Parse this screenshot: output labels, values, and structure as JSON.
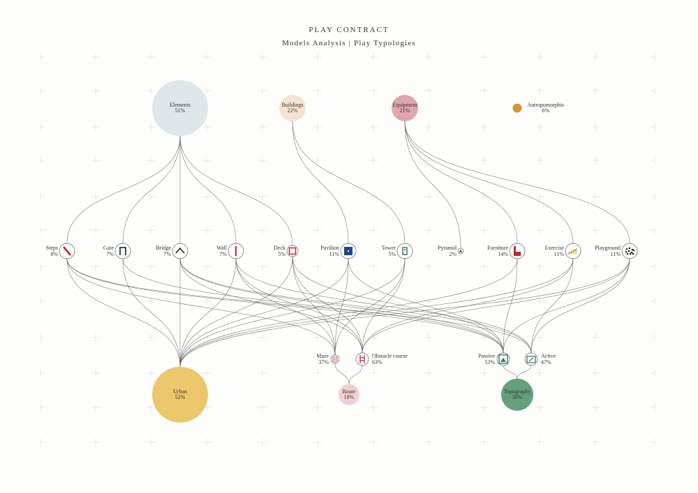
{
  "header": {
    "title": "PLAY CONTRACT",
    "subtitle": "Models Analysis | Play Typologies"
  },
  "colors": {
    "elements": "#dfe6ea",
    "buildings": "#f4e3d1",
    "equipment": "#e0a6ae",
    "antropomorphic": "#d39535",
    "urban": "#ebc66b",
    "route": "#f0d0d2",
    "topography": "#65a07d",
    "accent_red": "#c4263b",
    "accent_blue": "#23478d",
    "accent_green": "#3b7a5c",
    "accent_orange": "#d69a2c"
  },
  "categories": [
    {
      "id": "elements",
      "label": "Elements",
      "value": "51%"
    },
    {
      "id": "buildings",
      "label": "Buildings",
      "value": "22%"
    },
    {
      "id": "equipment",
      "label": "Equipment",
      "value": "21%"
    },
    {
      "id": "antropomorphic",
      "label": "Antropomorphic",
      "value": "6%"
    }
  ],
  "typologies": [
    {
      "id": "steps",
      "label": "Steps",
      "value": "8%",
      "icon": "steps-icon"
    },
    {
      "id": "gate",
      "label": "Gate",
      "value": "7%",
      "icon": "gate-icon"
    },
    {
      "id": "bridge",
      "label": "Bridge",
      "value": "7%",
      "icon": "bridge-icon"
    },
    {
      "id": "wall",
      "label": "Wall",
      "value": "7%",
      "icon": "wall-icon"
    },
    {
      "id": "deck",
      "label": "Deck",
      "value": "5%",
      "icon": "deck-icon"
    },
    {
      "id": "pavilion",
      "label": "Pavilion",
      "value": "11%",
      "icon": "pavilion-icon"
    },
    {
      "id": "tower",
      "label": "Tower",
      "value": "5%",
      "icon": "tower-icon"
    },
    {
      "id": "pyramid",
      "label": "Pyramid",
      "value": "2%",
      "icon": "pyramid-icon"
    },
    {
      "id": "furniture",
      "label": "Furniture",
      "value": "14%",
      "icon": "furniture-icon"
    },
    {
      "id": "exercise",
      "label": "Exercise",
      "value": "11%",
      "icon": "exercise-icon"
    },
    {
      "id": "playground",
      "label": "Playground",
      "value": "11%",
      "icon": "playground-icon"
    }
  ],
  "modes": [
    {
      "id": "maze",
      "label": "Maze",
      "value": "37%",
      "icon": "maze-icon"
    },
    {
      "id": "obstacle",
      "label": "Obstacle course",
      "value": "63%",
      "icon": "obstacle-course-icon"
    },
    {
      "id": "passive",
      "label": "Passive",
      "value": "53%",
      "icon": "passive-icon"
    },
    {
      "id": "active",
      "label": "Active",
      "value": "47%",
      "icon": "active-icon"
    }
  ],
  "outcomes": [
    {
      "id": "urban",
      "label": "Urban",
      "value": "52%"
    },
    {
      "id": "route",
      "label": "Route",
      "value": "18%"
    },
    {
      "id": "topography",
      "label": "Topography",
      "value": "30%"
    }
  ],
  "links_top": [
    [
      "elements",
      "steps"
    ],
    [
      "elements",
      "gate"
    ],
    [
      "elements",
      "bridge"
    ],
    [
      "elements",
      "wall"
    ],
    [
      "elements",
      "deck"
    ],
    [
      "buildings",
      "pavilion"
    ],
    [
      "buildings",
      "tower"
    ],
    [
      "equipment",
      "pyramid"
    ],
    [
      "equipment",
      "furniture"
    ],
    [
      "equipment",
      "exercise"
    ],
    [
      "equipment",
      "playground"
    ]
  ],
  "links_bottom": [
    [
      "steps",
      "urban"
    ],
    [
      "gate",
      "urban"
    ],
    [
      "bridge",
      "urban"
    ],
    [
      "wall",
      "urban"
    ],
    [
      "deck",
      "urban"
    ],
    [
      "pavilion",
      "urban"
    ],
    [
      "tower",
      "urban"
    ],
    [
      "furniture",
      "urban"
    ],
    [
      "exercise",
      "urban"
    ],
    [
      "playground",
      "urban"
    ],
    [
      "steps",
      "maze"
    ],
    [
      "wall",
      "maze"
    ],
    [
      "deck",
      "maze"
    ],
    [
      "pavilion",
      "maze"
    ],
    [
      "tower",
      "maze"
    ],
    [
      "bridge",
      "obstacle"
    ],
    [
      "wall",
      "obstacle"
    ],
    [
      "deck",
      "obstacle"
    ],
    [
      "tower",
      "obstacle"
    ],
    [
      "exercise",
      "obstacle"
    ],
    [
      "playground",
      "obstacle"
    ],
    [
      "steps",
      "passive"
    ],
    [
      "gate",
      "passive"
    ],
    [
      "bridge",
      "passive"
    ],
    [
      "deck",
      "passive"
    ],
    [
      "pavilion",
      "passive"
    ],
    [
      "furniture",
      "passive"
    ],
    [
      "playground",
      "passive"
    ],
    [
      "steps",
      "active"
    ],
    [
      "bridge",
      "active"
    ],
    [
      "wall",
      "active"
    ],
    [
      "exercise",
      "active"
    ],
    [
      "playground",
      "active"
    ],
    [
      "maze",
      "route"
    ],
    [
      "obstacle",
      "route"
    ],
    [
      "passive",
      "topography"
    ],
    [
      "active",
      "topography"
    ]
  ]
}
